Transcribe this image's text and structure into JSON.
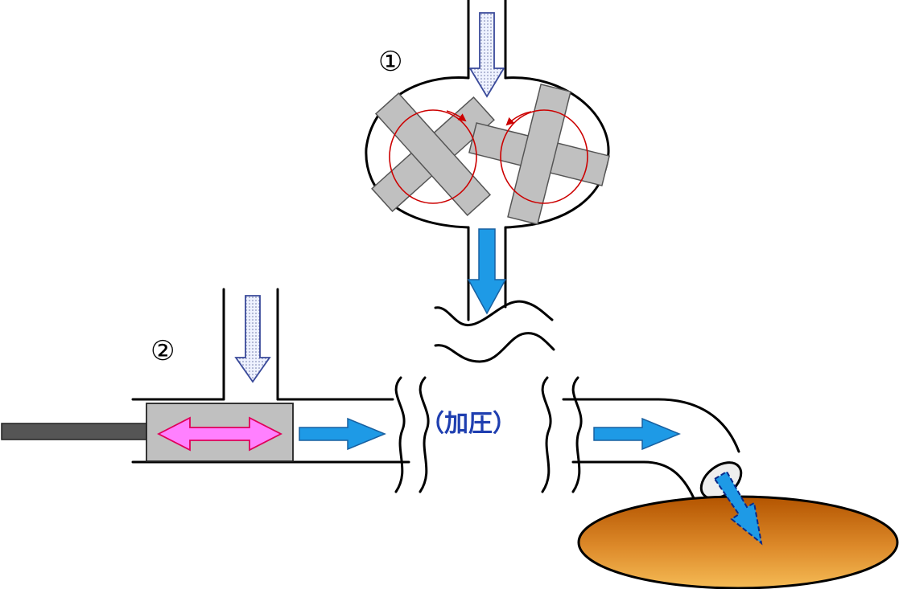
{
  "labels": {
    "pump_one": "①",
    "pump_two": "②",
    "pressurized": "（加圧）"
  },
  "colors": {
    "outline": "#000000",
    "rotor": "#c0c0c0",
    "rotor_rotation": "#cc0000",
    "flow_arrow": "#1e9ae6",
    "feed_arrow": "#eef2ff",
    "piston_body": "#c0c0c0",
    "piston_rod": "#555555",
    "piston_motion_arrow": "#ff80ff",
    "piston_motion_outline": "#e0005a",
    "pressure_label": "#1f3fb0",
    "bun_top": "#b35400",
    "bun_bottom": "#f5bb55"
  },
  "icons": {
    "rotary_pump": "lobe-rotor-pump-icon",
    "piston_pump": "piston-pump-icon",
    "feed_arrow": "dotted-down-arrow-icon",
    "flow_arrow": "blue-flow-arrow-icon",
    "piston_motion": "double-headed-arrow-icon",
    "bun": "bread-bun-icon"
  }
}
